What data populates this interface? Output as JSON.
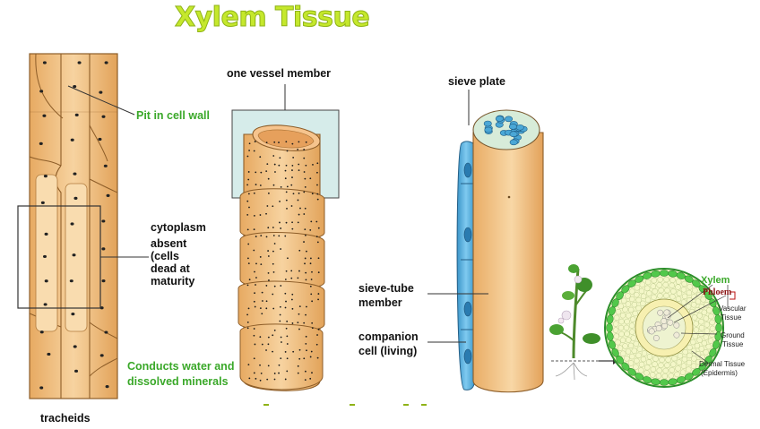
{
  "title": "Xylem Tissue",
  "labels": {
    "pit": "Pit in cell wall",
    "cytoplasm_head": "cytoplasm",
    "cytoplasm_lines": [
      "absent",
      "(cells",
      "dead at",
      "maturity"
    ],
    "conducts_lines": [
      "Conducts water and",
      "dissolved minerals"
    ],
    "tracheids": "tracheids",
    "vessel_member": "one vessel member",
    "sieve_plate": "sieve plate",
    "sieve_tube_lines": [
      "sieve-tube",
      "member"
    ],
    "companion_lines": [
      "companion",
      "cell (living)"
    ]
  },
  "cross_section": {
    "xylem": "Xylem",
    "phloem": "Phloem",
    "vascular_lines": [
      "Vascular",
      "Tissue"
    ],
    "ground_lines": [
      "Ground",
      "Tissue"
    ],
    "dermal_lines": [
      "Dermal Tissue",
      "(Epidermis)"
    ]
  },
  "colors": {
    "title_fill": "#c5e82c",
    "green_text": "#3aa829",
    "cell_fill": "#f2c48a",
    "cell_stroke": "#9a6a30",
    "companion_fill": "#5fb3e0",
    "sieve_pore": "#4aa7d6",
    "inset_fill": "#d6ecea",
    "epidermis": "#4fc84a"
  }
}
